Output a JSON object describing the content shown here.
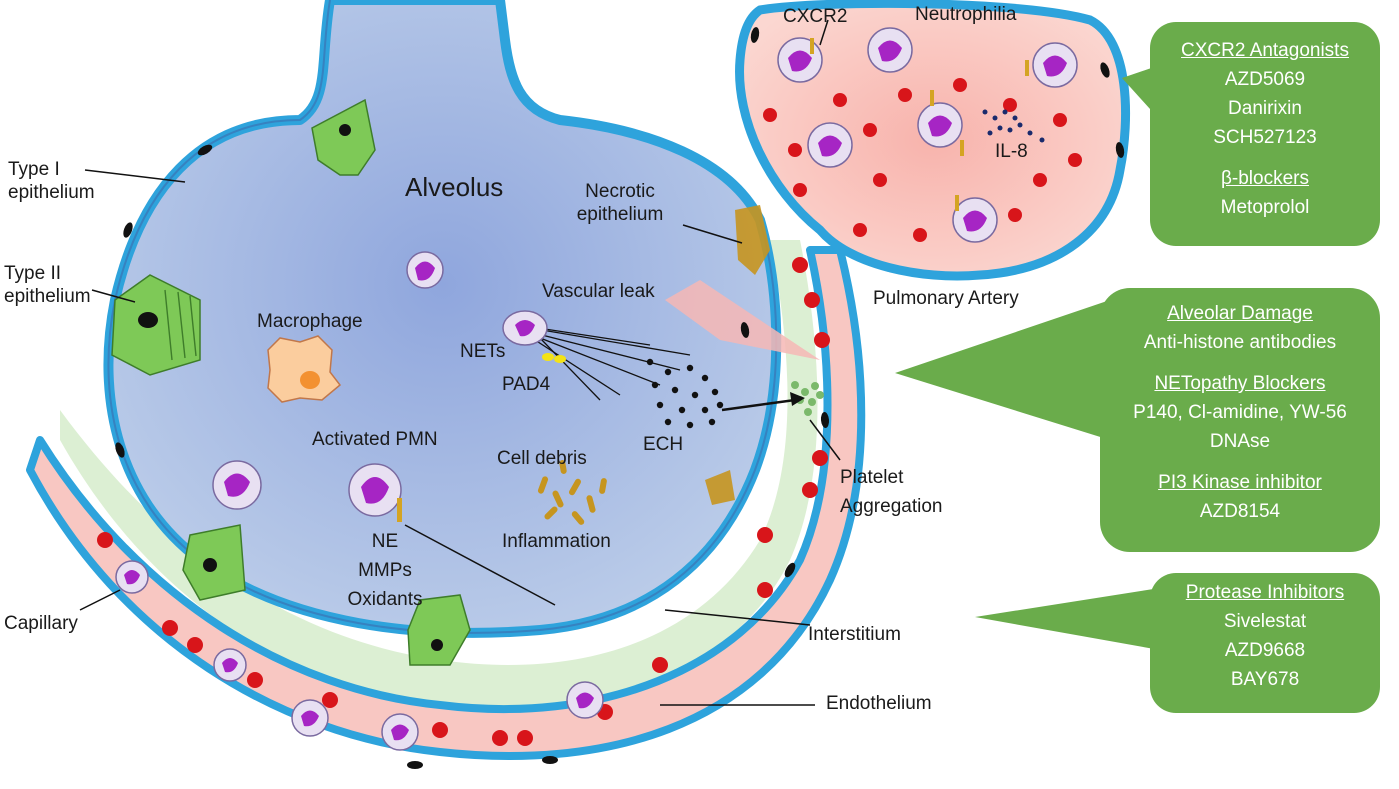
{
  "labels": {
    "type1": "Type I\nepithelium",
    "type2": "Type II\nepithelium",
    "alveolus": "Alveolus",
    "necrotic": "Necrotic\nepithelium",
    "vascular_leak": "Vascular leak",
    "macrophage": "Macrophage",
    "nets": "NETs",
    "pad4": "PAD4",
    "ech": "ECH",
    "activated_pmn": "Activated PMN",
    "cell_debris": "Cell debris",
    "inflammation": "Inflammation",
    "ne_group": "NE\nMMPs\nOxidants",
    "capillary": "Capillary",
    "interstitium": "Interstitium",
    "endothelium": "Endothelium",
    "platelet": "Platelet\nAggregation",
    "pulmonary_artery": "Pulmonary Artery",
    "cxcr2": "CXCR2",
    "neutrophilia": "Neutrophilia",
    "il8": "IL-8"
  },
  "callouts": {
    "c1": {
      "h1": "CXCR2 Antagonists",
      "i1": [
        "AZD5069",
        "Danirixin",
        "SCH527123"
      ],
      "h2": "β-blockers",
      "i2": [
        "Metoprolol"
      ]
    },
    "c2": {
      "h1": "Alveolar Damage",
      "i1": [
        "Anti-histone antibodies"
      ],
      "h2": "NETopathy Blockers",
      "i2": [
        "P140, Cl-amidine, YW-56",
        "DNAse"
      ],
      "h3": "PI3 Kinase inhibitor",
      "i3": [
        "AZD8154"
      ]
    },
    "c3": {
      "h1": "Protease Inhibitors",
      "i1": [
        "Sivelestat",
        "AZD9668",
        "BAY678"
      ]
    }
  },
  "colors": {
    "alveolus_fill": "#b3c6ea",
    "alveolus_center": "#8fa6dd",
    "membrane_blue": "#2ea3dc",
    "membrane_dark": "#3b74b4",
    "vessel_pink": "#f8c7c2",
    "rbc_red": "#d8151a",
    "interstitium_green": "#dcefd3",
    "epithelial_green": "#7ec957",
    "neutrophil_purple": "#a625c4",
    "callout_green": "#6aac4b",
    "debris_gold": "#c6951f"
  }
}
